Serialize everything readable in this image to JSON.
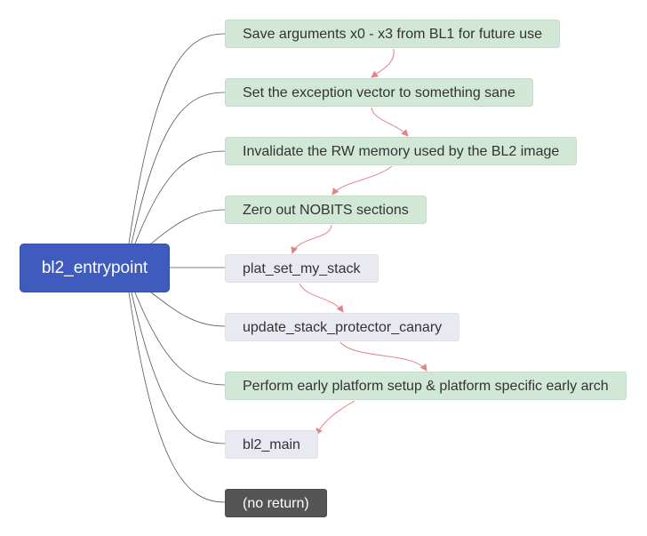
{
  "diagram": {
    "root": {
      "label": "bl2_entrypoint",
      "color": "#3f5bbd"
    },
    "steps": [
      {
        "label": "Save arguments x0 - x3 from BL1 for future use",
        "kind": "green"
      },
      {
        "label": "Set the exception vector to something sane",
        "kind": "green"
      },
      {
        "label": "Invalidate the RW memory used by the BL2 image",
        "kind": "green"
      },
      {
        "label": "Zero out NOBITS sections",
        "kind": "green"
      },
      {
        "label": "plat_set_my_stack",
        "kind": "gray"
      },
      {
        "label": "update_stack_protector_canary",
        "kind": "gray"
      },
      {
        "label": "Perform early platform setup & platform specific early arch",
        "kind": "green"
      },
      {
        "label": "bl2_main",
        "kind": "gray"
      },
      {
        "label": "(no return)",
        "kind": "dark"
      }
    ],
    "colors": {
      "branch_line": "#555555",
      "sequence_arrow": "#e0848b",
      "step_green": "#d1e8d6",
      "step_gray": "#e9e9f2",
      "step_dark": "#555555"
    }
  }
}
